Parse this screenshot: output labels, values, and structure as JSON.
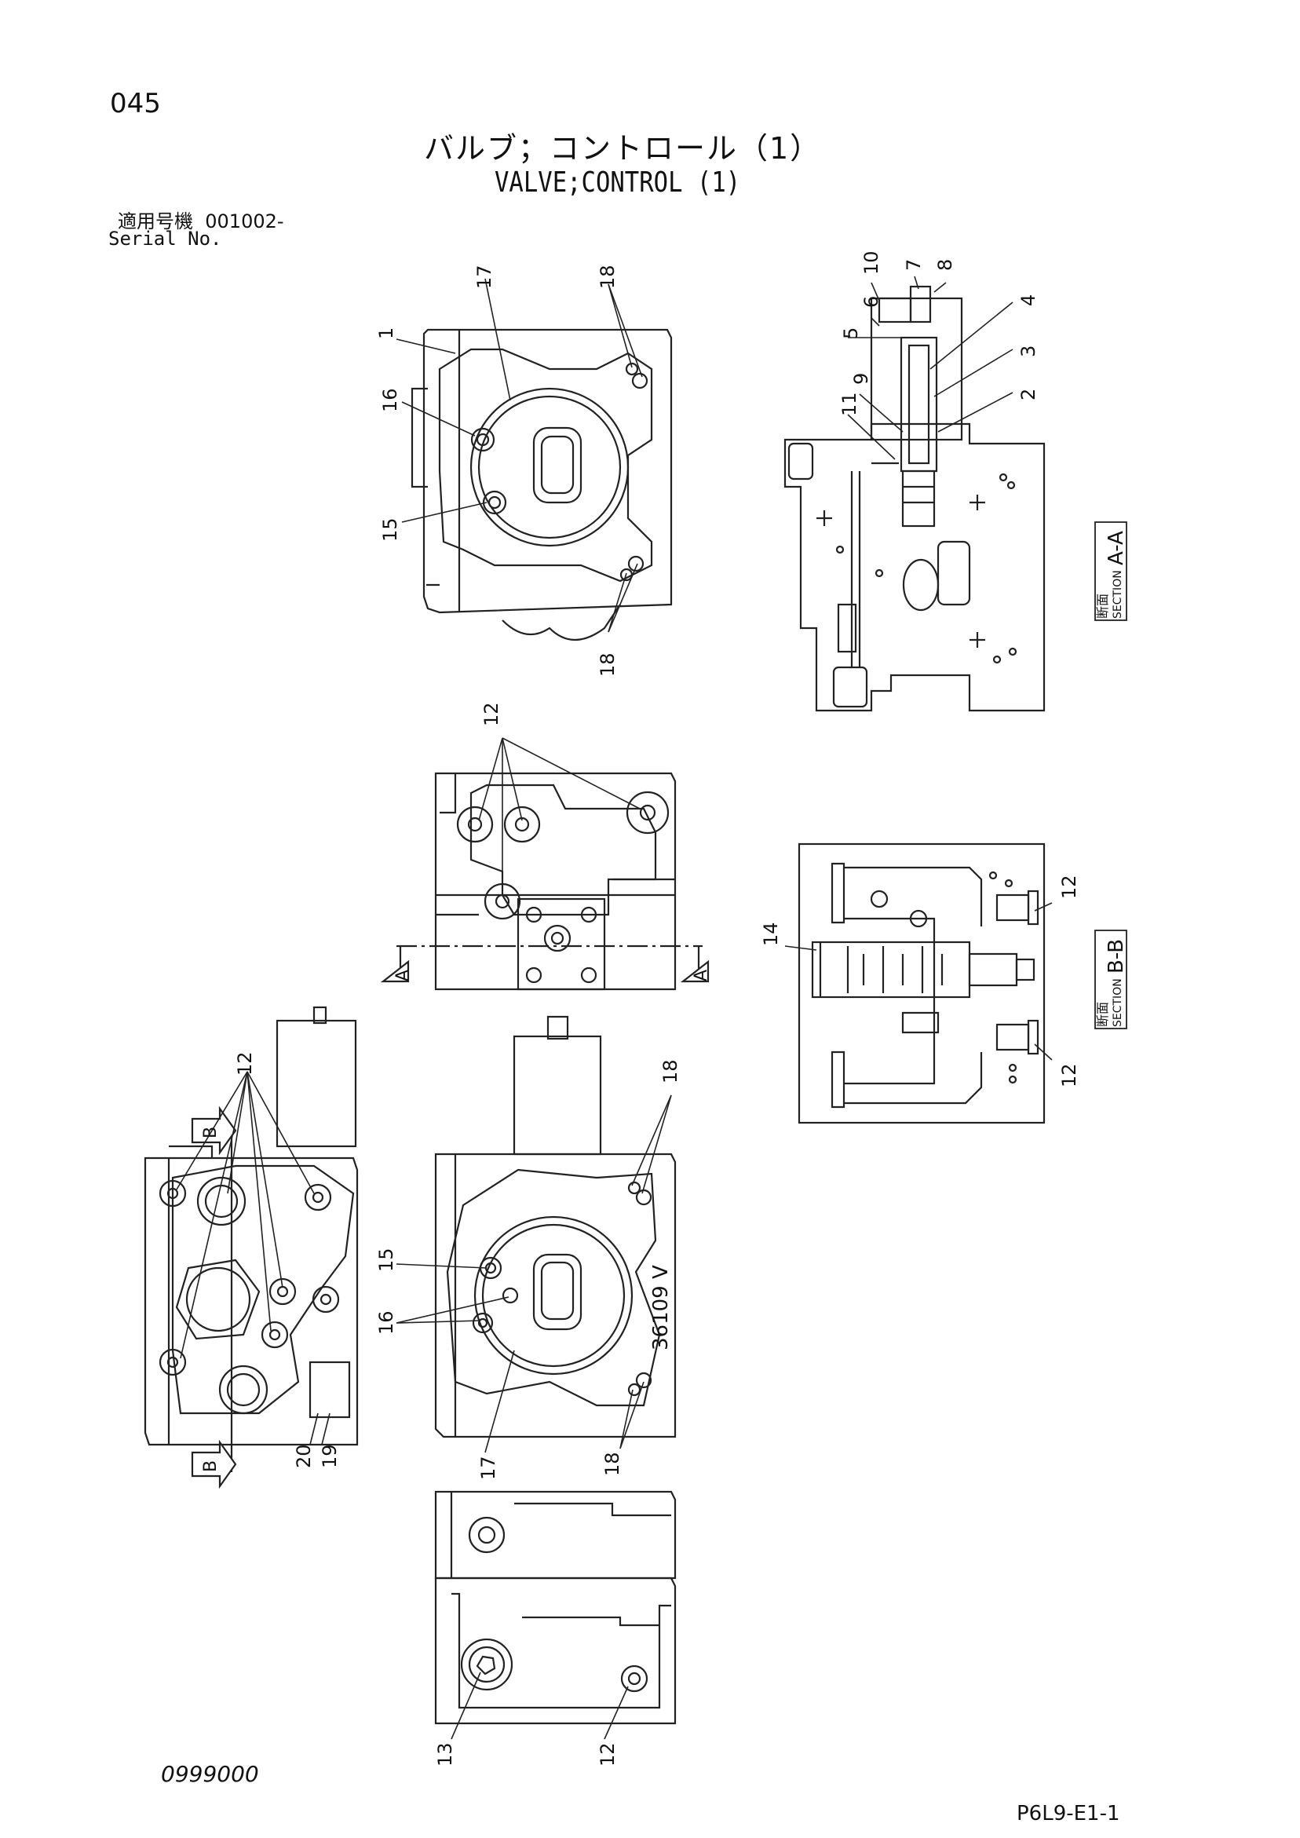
{
  "header": {
    "page_number": "045",
    "title_jp": "バルブ；コントロール（1）",
    "title_en": "VALVE;CONTROL (1)",
    "serial_label_jp": "適用号機",
    "serial_value": "001002-",
    "serial_label_en": "Serial No."
  },
  "sections": {
    "a_prefix": "断面",
    "a_word": "SECTION",
    "a_label": "A-A",
    "b_prefix": "断面",
    "b_word": "SECTION",
    "b_label": "B-B",
    "cut_a": "A",
    "cut_b": "B"
  },
  "callouts": {
    "c1": "1",
    "c2": "2",
    "c3": "3",
    "c4": "4",
    "c5": "5",
    "c6": "6",
    "c7": "7",
    "c8": "8",
    "c9": "9",
    "c10": "10",
    "c11": "11",
    "c12": "12",
    "c13": "13",
    "c14": "14",
    "c15": "15",
    "c16": "16",
    "c17": "17",
    "c18": "18",
    "c19": "19",
    "c20": "20"
  },
  "stamp": "36109 V",
  "footer": {
    "left_code": "0999000",
    "right_code": "P6L9-E1-1"
  }
}
